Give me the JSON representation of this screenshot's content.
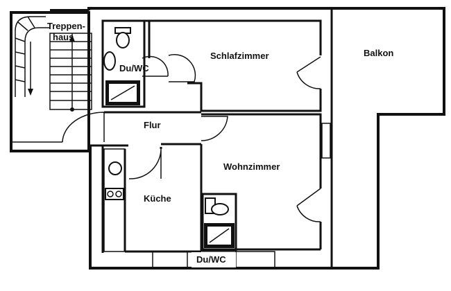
{
  "rooms": {
    "treppenhaus": {
      "line1": "Treppen-",
      "line2": "haus"
    },
    "du_wc_top": "Du/WC",
    "schlafzimmer": "Schlafzimmer",
    "balkon": "Balkon",
    "flur": "Flur",
    "wohnzimmer": "Wohnzimmer",
    "kueche": "Küche",
    "du_wc_bottom": "Du/WC"
  }
}
